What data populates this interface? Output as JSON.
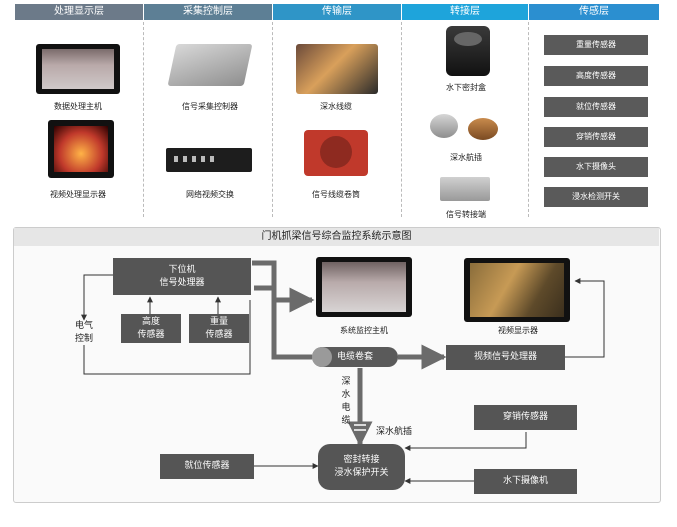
{
  "headers": [
    "处理显示层",
    "采集控制层",
    "传输层",
    "转接层",
    "传感层"
  ],
  "header_colors": [
    "#6c7a89",
    "#5d7f95",
    "#2f95c7",
    "#1ea4db",
    "#2b8fd0"
  ],
  "layer1": {
    "item1": "数据处理主机",
    "item2": "视频处理显示器"
  },
  "layer2": {
    "item1": "信号采集控制器",
    "item2": "网络视频交换"
  },
  "layer3": {
    "item1": "深水线缆",
    "item2": "信号线缆卷筒"
  },
  "layer4": {
    "item1": "水下密封盒",
    "item2": "深水航插",
    "item3": "信号转接端"
  },
  "sensors": [
    "重量传感器",
    "高度传感器",
    "就位传感器",
    "穿销传感器",
    "水下摄像头",
    "浸水检测开关"
  ],
  "diagram": {
    "title": "门机抓梁信号综合监控系统示意图",
    "lower_pc_line1": "下位机",
    "lower_pc_line2": "信号处理器",
    "electric_line1": "电气",
    "electric_line2": "控制",
    "height_line1": "高度",
    "height_line2": "传感器",
    "weight_line1": "重量",
    "weight_line2": "传感器",
    "monitor_host": "系统监控主机",
    "video_display": "视频显示器",
    "cable_reel": "电缆卷套",
    "video_processor": "视频信号处理器",
    "deep_cable": [
      "深",
      "水",
      "电",
      "缆"
    ],
    "connector": "深水航插",
    "pin_sensor": "穿销传感器",
    "position_sensor": "就位传感器",
    "sealed_line1": "密封转接",
    "sealed_line2": "浸水保护开关",
    "underwater_camera": "水下摄像机"
  }
}
